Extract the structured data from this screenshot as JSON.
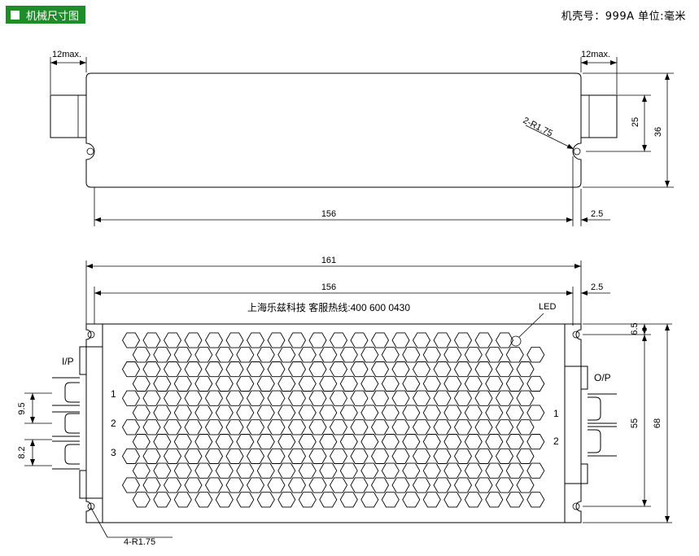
{
  "header": {
    "title": "机械尺寸图",
    "spec": "机壳号：999A  单位:毫米",
    "accent": "#1f8c2a"
  },
  "top_view": {
    "d_12max_left": "12max.",
    "d_12max_right": "12max.",
    "d_2r175": "2-R1.75",
    "d_25": "25",
    "d_36": "36",
    "d_156": "156",
    "d_25b": "2.5"
  },
  "front_view": {
    "d_161": "161",
    "d_156": "156",
    "d_25": "2.5",
    "company": "上海乐兹科技 客服热线:400 600 0430",
    "led": "LED",
    "ip": "I/P",
    "op": "O/P",
    "in_pin1": "1",
    "in_pin2": "2",
    "in_pin3": "3",
    "out_pin1": "1",
    "out_pin2": "2",
    "d_95": "9.5",
    "d_82": "8.2",
    "d_65": "6.5",
    "d_55": "55",
    "d_68": "68",
    "d_4r175": "4-R1.75"
  }
}
